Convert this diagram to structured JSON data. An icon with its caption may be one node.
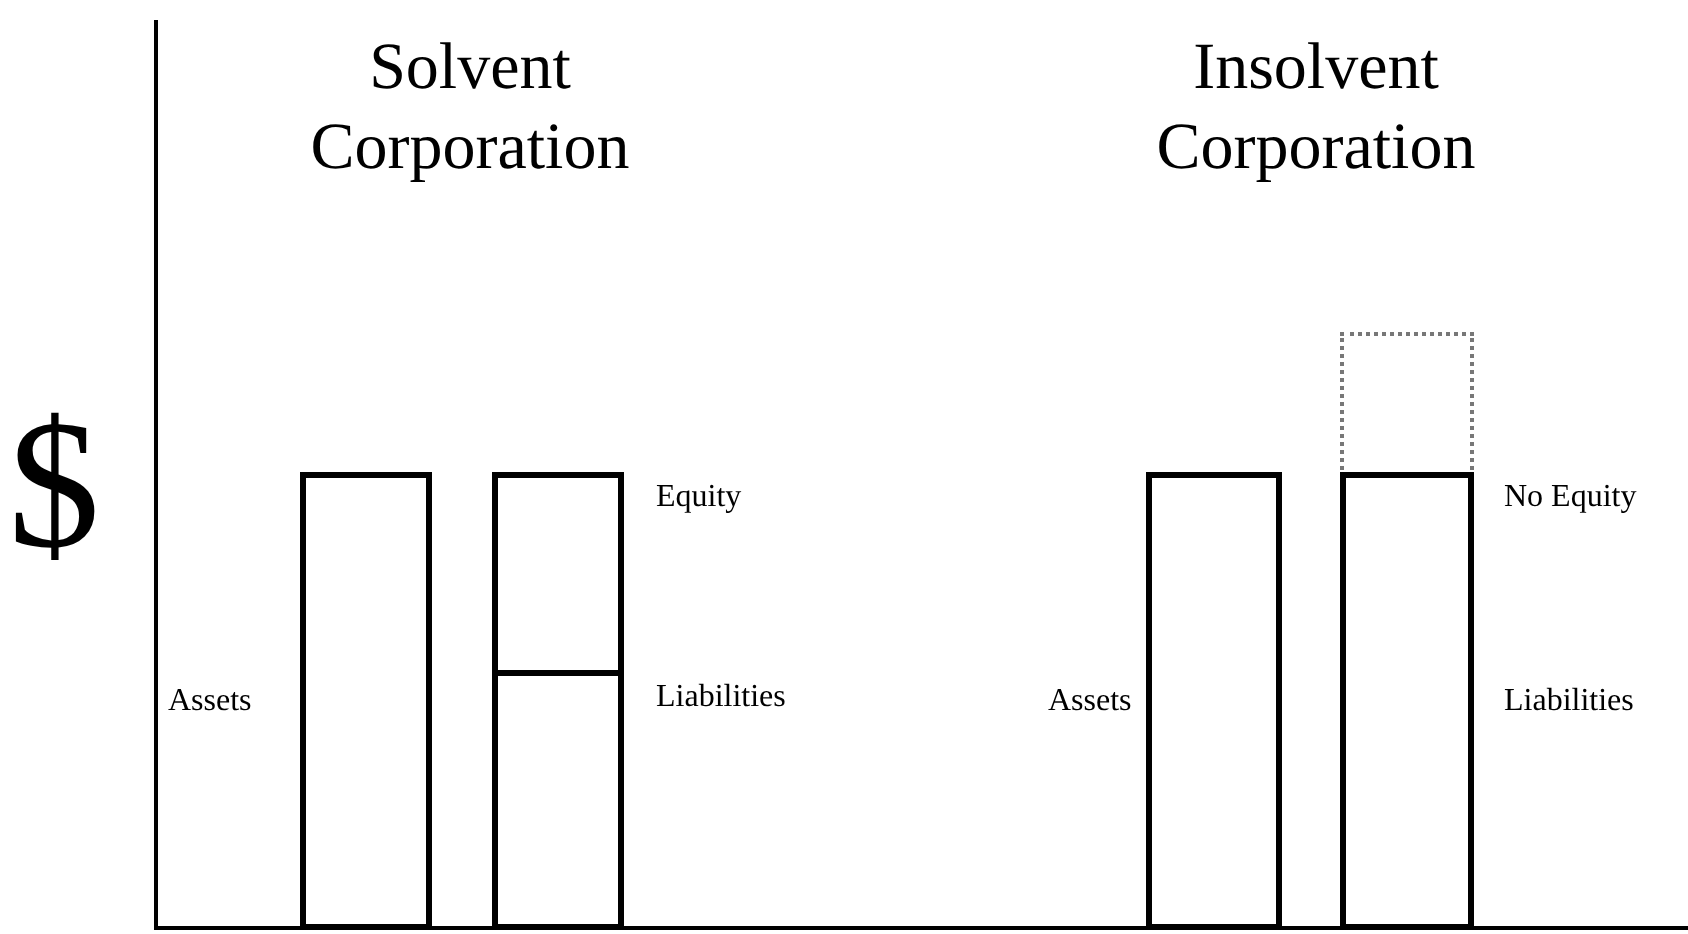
{
  "diagram": {
    "nodes": [
      {
        "text": [],
        "shape": "bar",
        "beside": [
          "Assets"
        ]
      },
      {
        "text": [],
        "shape": "bar",
        "beside": [
          "Equity"
        ]
      },
      {
        "text": [],
        "shape": "bar",
        "beside": [
          "Liabilities"
        ]
      },
      {
        "text": [],
        "shape": "bar",
        "beside": [
          "Assets"
        ]
      },
      {
        "text": [],
        "shape": "box",
        "beside": [
          "No Equity"
        ]
      },
      {
        "text": [],
        "shape": "bar",
        "beside": [
          "Liabilities"
        ]
      }
    ],
    "edges": [],
    "labels": [
      "$",
      "Solvent Corporation",
      "Insolvent Corporation"
    ]
  }
}
